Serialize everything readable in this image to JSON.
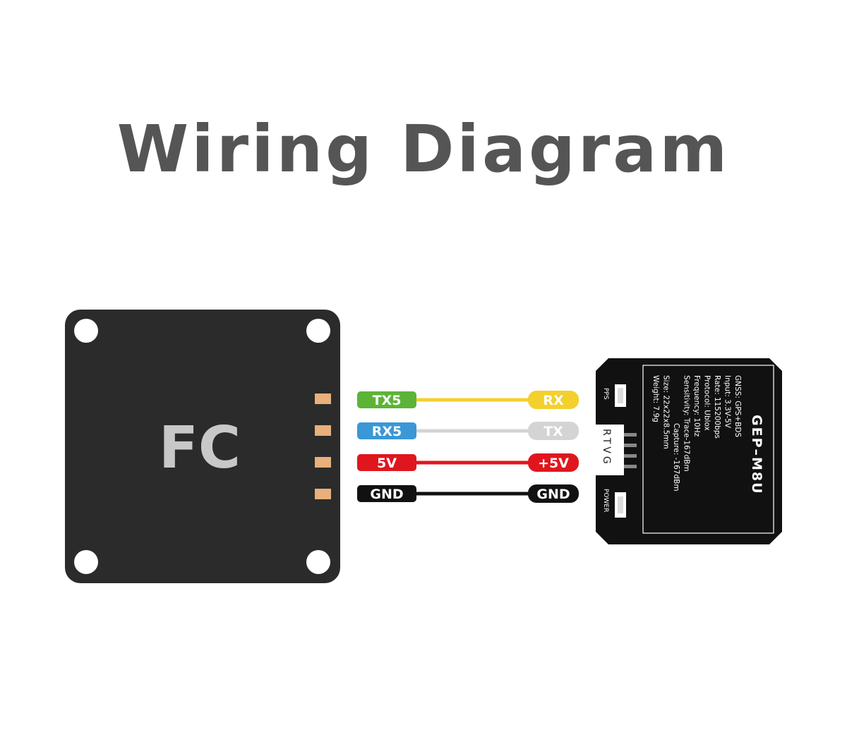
{
  "title": "Wiring Diagram",
  "fc": {
    "label": "FC"
  },
  "wires": [
    {
      "left": "TX5",
      "right": "RX",
      "color": "#f3d02c",
      "left_color": "#5bb436",
      "right_color": "#f3d02c",
      "right_text_color": "#ffffff"
    },
    {
      "left": "RX5",
      "right": "TX",
      "color": "#d4d4d4",
      "left_color": "#3b97d6",
      "right_color": "#d4d4d4",
      "right_text_color": "#ffffff"
    },
    {
      "left": "5V",
      "right": "+5V",
      "color": "#e0161e",
      "left_color": "#e0161e",
      "right_color": "#e0161e",
      "right_text_color": "#ffffff"
    },
    {
      "left": "GND",
      "right": "GND",
      "color": "#111111",
      "left_color": "#111111",
      "right_color": "#111111",
      "right_text_color": "#ffffff"
    }
  ],
  "gps": {
    "model": "GEP–M8U",
    "specs": [
      "GNSS: GPS+BDS",
      "Input: 3.3V-5V",
      "Rate: 115200bps",
      "Protocol: Ublox",
      "Frequency: 10Hz",
      "Sensitivity:  Trace-167dBm",
      "Capture: -167dBm",
      "Size: 22x22x8.5mm",
      "Weight: 7.9g"
    ],
    "pps_label": "PPS",
    "power_label": "POWER",
    "connector_label": "RTVG"
  },
  "colors": {
    "board": "#2b2b2b",
    "pad": "#e8b07c",
    "title": "#555555"
  }
}
